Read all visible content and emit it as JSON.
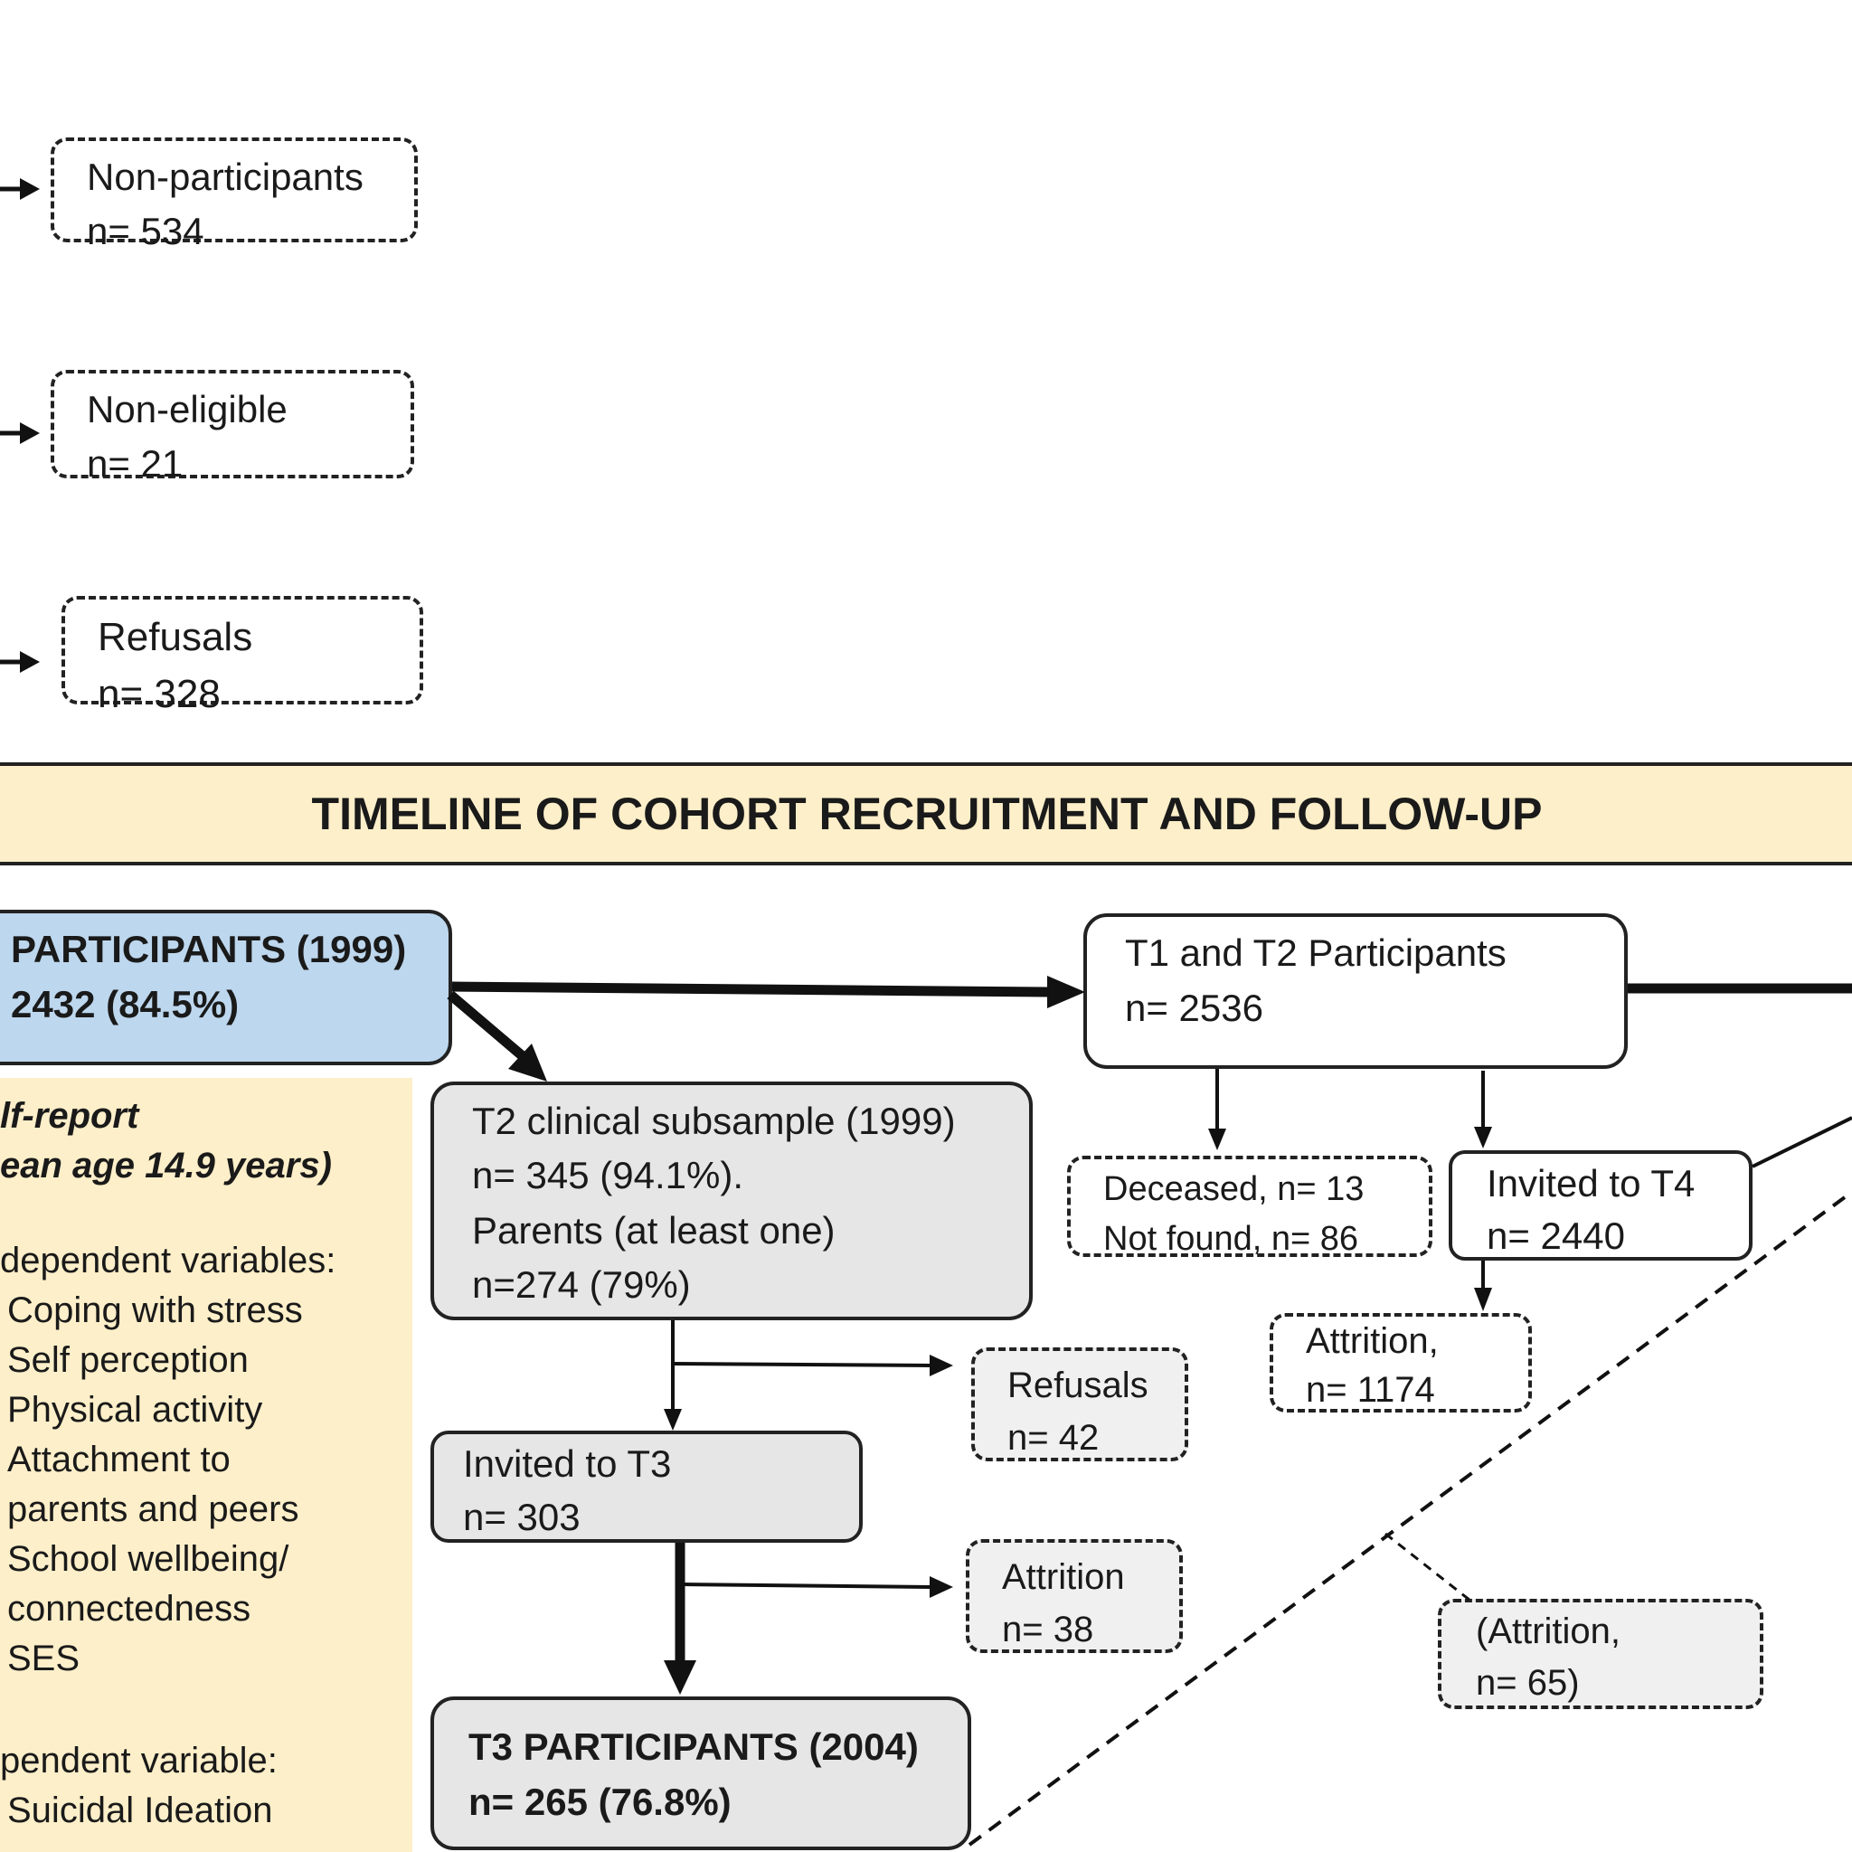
{
  "banner_title": "TIMELINE OF COHORT RECRUITMENT AND FOLLOW-UP",
  "top_exclusions": [
    {
      "label": "Non-participants",
      "n": "n= 534"
    },
    {
      "label": "Non-eligible",
      "n": "n= 21"
    },
    {
      "label": "Refusals",
      "n": "n= 328"
    }
  ],
  "t1_participants": {
    "line1": "PARTICIPANTS (1999)",
    "line2": "2432 (84.5%)"
  },
  "self_report": {
    "title1": "lf-report",
    "title2": "ean age 14.9 years)",
    "indep_heading": "dependent variables:",
    "indep_items": [
      "Coping with stress",
      "Self perception",
      "Physical activity",
      "Attachment to",
      "parents and peers",
      "School wellbeing/",
      "connectedness",
      "SES"
    ],
    "dep_heading": "pendent variable:",
    "dep_items": [
      "Suicidal Ideation"
    ]
  },
  "t2_subsample": {
    "lines": [
      "T2 clinical subsample (1999)",
      "n= 345 (94.1%).",
      "Parents (at least one)",
      "n=274 (79%)"
    ]
  },
  "refusals_t2": {
    "label": "Refusals",
    "n": "n= 42"
  },
  "invited_t3": {
    "label": "Invited to T3",
    "n": "n= 303"
  },
  "attrition_t3": {
    "label": "Attrition",
    "n": "n= 38"
  },
  "t3_participants": {
    "line1": "T3 PARTICIPANTS (2004)",
    "line2": "n= 265 (76.8%)"
  },
  "t1t2_participants": {
    "label": "T1 and T2 Participants",
    "n": "n= 2536"
  },
  "deceased_box": {
    "line1": "Deceased, n= 13",
    "line2": "Not found, n= 86"
  },
  "invited_t4": {
    "label": "Invited to T4",
    "n": "n= 2440"
  },
  "attrition_t4": {
    "label": "Attrition,",
    "n": "n= 1174"
  },
  "attrition_right": {
    "label": "(Attrition,",
    "n": "n= 65)"
  }
}
